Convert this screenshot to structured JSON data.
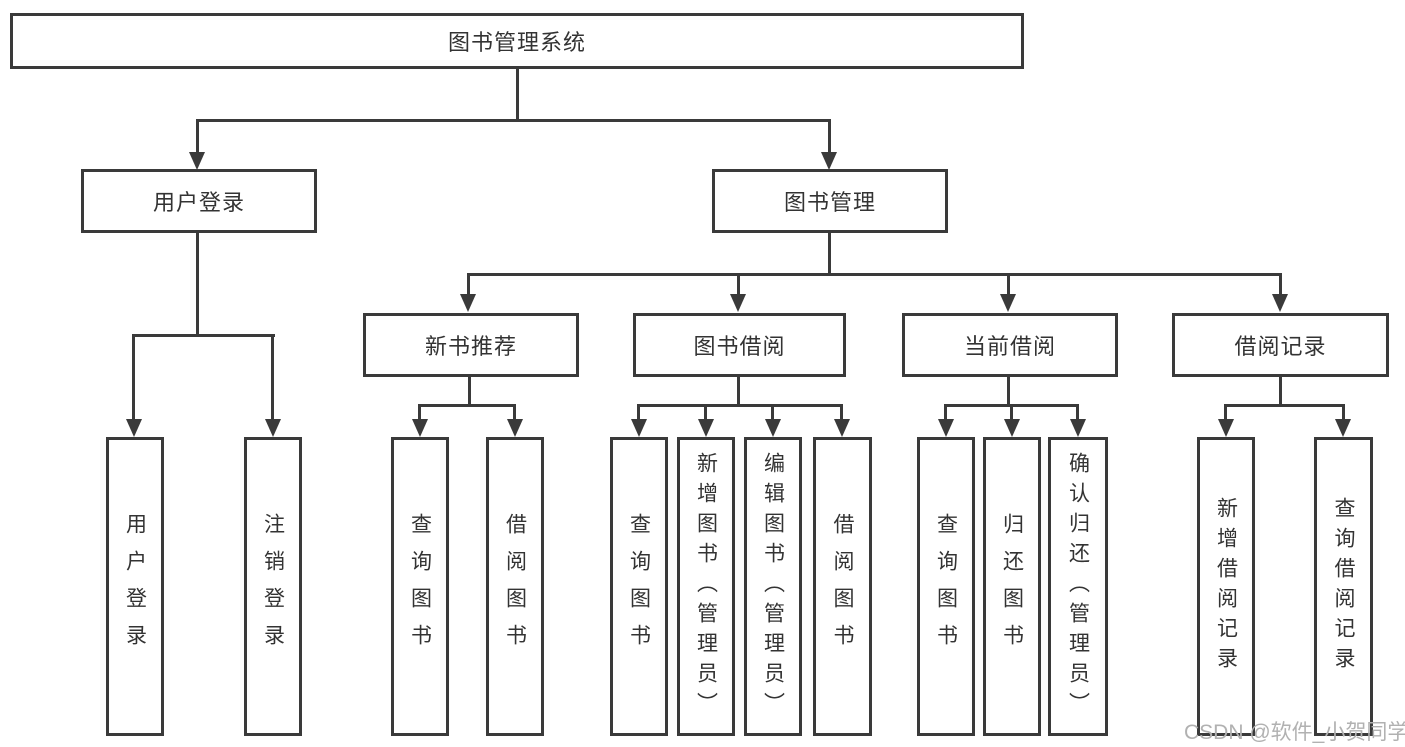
{
  "diagram": {
    "type": "hierarchy-tree",
    "title": "图书管理系统",
    "watermark": "CSDN @软件_小贺同学",
    "colors": {
      "line": "#3a3a3a",
      "border": "#3a3a3a",
      "text": "#333333",
      "watermark": "#b1b1b1",
      "background": "#ffffff"
    },
    "nodes": [
      {
        "id": "root",
        "label": "图书管理系统",
        "level": 1,
        "parent": null
      },
      {
        "id": "user-login",
        "label": "用户登录",
        "level": 2,
        "parent": "root"
      },
      {
        "id": "book-management",
        "label": "图书管理",
        "level": 2,
        "parent": "root"
      },
      {
        "id": "new-book-recommend",
        "label": "新书推荐",
        "level": 3,
        "parent": "book-management"
      },
      {
        "id": "book-borrowing",
        "label": "图书借阅",
        "level": 3,
        "parent": "book-management"
      },
      {
        "id": "current-borrowing",
        "label": "当前借阅",
        "level": 3,
        "parent": "book-management"
      },
      {
        "id": "borrowing-records",
        "label": "借阅记录",
        "level": 3,
        "parent": "book-management"
      },
      {
        "id": "leaf-user-login",
        "label": "用户登录",
        "level": 4,
        "parent": "user-login"
      },
      {
        "id": "leaf-logout",
        "label": "注销登录",
        "level": 4,
        "parent": "user-login"
      },
      {
        "id": "leaf-query-book-rec",
        "label": "查询图书",
        "level": 4,
        "parent": "new-book-recommend"
      },
      {
        "id": "leaf-borrow-book-rec",
        "label": "借阅图书",
        "level": 4,
        "parent": "new-book-recommend"
      },
      {
        "id": "leaf-query-book-borrow",
        "label": "查询图书",
        "level": 4,
        "parent": "book-borrowing"
      },
      {
        "id": "leaf-add-book-admin",
        "label": "新增图书（管理员）",
        "level": 4,
        "parent": "book-borrowing"
      },
      {
        "id": "leaf-edit-book-admin",
        "label": "编辑图书（管理员）",
        "level": 4,
        "parent": "book-borrowing"
      },
      {
        "id": "leaf-borrow-book",
        "label": "借阅图书",
        "level": 4,
        "parent": "book-borrowing"
      },
      {
        "id": "leaf-query-book-current",
        "label": "查询图书",
        "level": 4,
        "parent": "current-borrowing"
      },
      {
        "id": "leaf-return-book",
        "label": "归还图书",
        "level": 4,
        "parent": "current-borrowing"
      },
      {
        "id": "leaf-confirm-return",
        "label": "确认归还（管理员）",
        "level": 4,
        "parent": "current-borrowing"
      },
      {
        "id": "leaf-add-borrow-record",
        "label": "新增借阅记录",
        "level": 4,
        "parent": "borrowing-records"
      },
      {
        "id": "leaf-query-borrow-record",
        "label": "查询借阅记录",
        "level": 4,
        "parent": "borrowing-records"
      }
    ]
  }
}
